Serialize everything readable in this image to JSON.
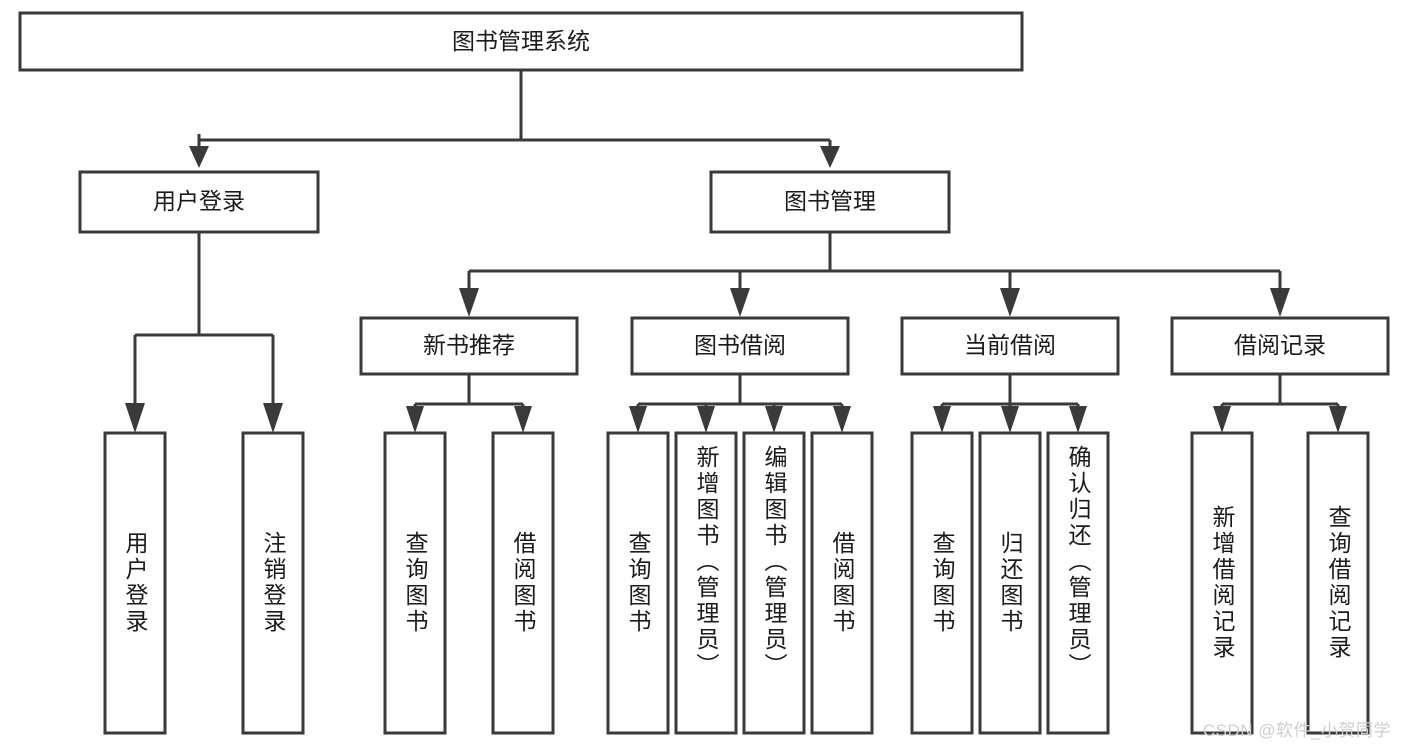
{
  "diagram": {
    "type": "tree",
    "title": "图书管理系统",
    "orientation": "top-down",
    "colors": {
      "box_stroke": "#3a3a3a",
      "box_fill": "#ffffff",
      "text": "#1b1b1b",
      "background": "#ffffff",
      "watermark": "#cfcfcf"
    },
    "root": {
      "label": "图书管理系统",
      "level": 1
    },
    "level2": [
      {
        "label": "用户登录"
      },
      {
        "label": "图书管理"
      }
    ],
    "level3": [
      {
        "label": "新书推荐"
      },
      {
        "label": "图书借阅"
      },
      {
        "label": "当前借阅"
      },
      {
        "label": "借阅记录"
      }
    ],
    "leaves": {
      "user_login": [
        {
          "label": "用户登录"
        },
        {
          "label": "注销登录"
        }
      ],
      "new_book": [
        {
          "label": "查询图书"
        },
        {
          "label": "借阅图书"
        }
      ],
      "book_borrow": [
        {
          "label": "查询图书"
        },
        {
          "label": "新增图书（管理员）"
        },
        {
          "label": "编辑图书（管理员）"
        },
        {
          "label": "借阅图书"
        }
      ],
      "current_borrow": [
        {
          "label": "查询图书"
        },
        {
          "label": "归还图书"
        },
        {
          "label": "确认归还（管理员）"
        }
      ],
      "borrow_record": [
        {
          "label": "新增借阅记录"
        },
        {
          "label": "查询借阅记录"
        }
      ]
    }
  },
  "watermark": {
    "text": "CSDN @软件_小贺同学"
  }
}
